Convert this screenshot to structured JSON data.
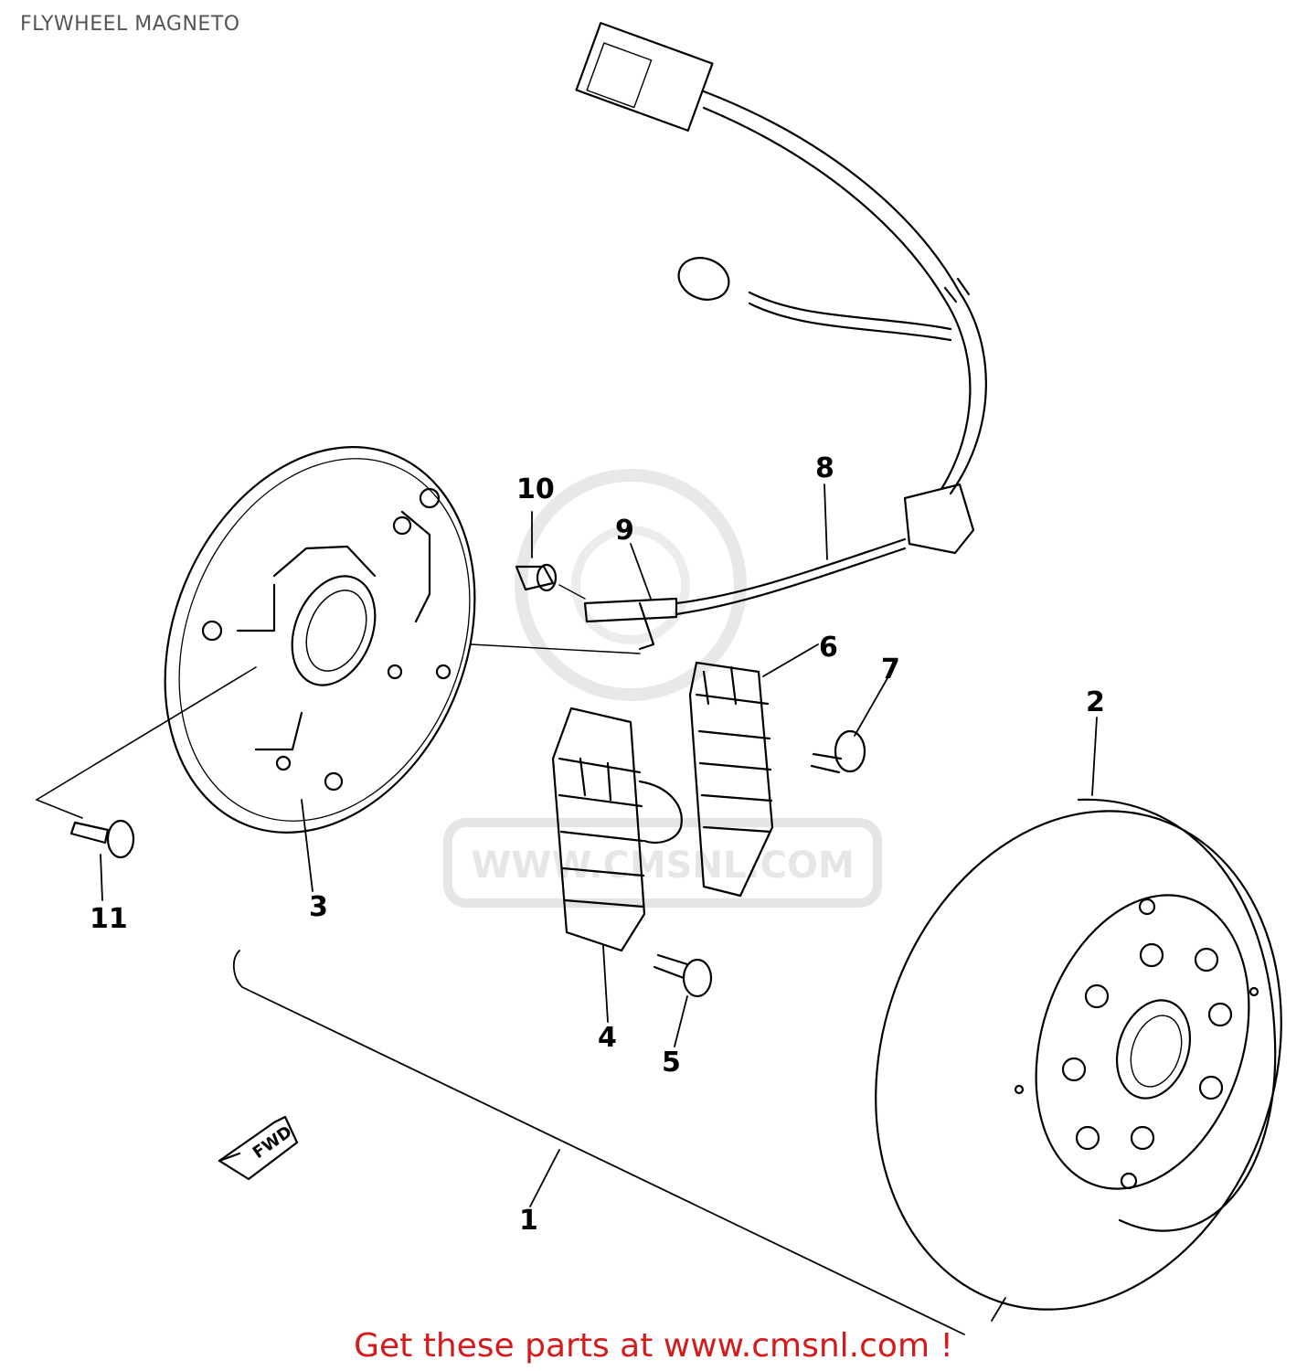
{
  "title": "FLYWHEEL MAGNETO",
  "watermark": {
    "url_text": "WWW.CMSNL.COM"
  },
  "fwd_label": "FWD",
  "callouts": {
    "c1": "1",
    "c2": "2",
    "c3": "3",
    "c4": "4",
    "c5": "5",
    "c6": "6",
    "c7": "7",
    "c8": "8",
    "c9": "9",
    "c10": "10",
    "c11": "11"
  },
  "footer": {
    "text": "Get these parts at www.cmsnl.com !"
  }
}
